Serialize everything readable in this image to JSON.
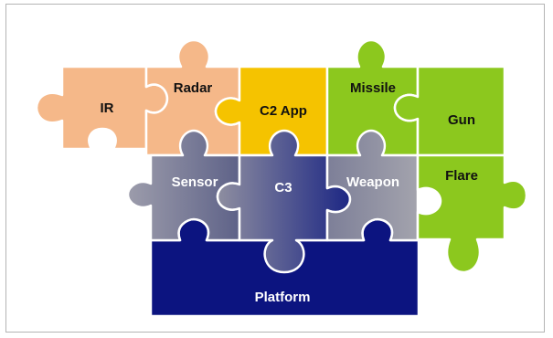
{
  "pieces": {
    "ir": "IR",
    "radar": "Radar",
    "c2_app": "C2 App",
    "missile": "Missile",
    "gun": "Gun",
    "sensor": "Sensor",
    "c3": "C3",
    "weapon": "Weapon",
    "flare": "Flare",
    "platform": "Platform"
  },
  "colors": {
    "sensor_group": "#f5b889",
    "c2": "#f5c300",
    "weapon_group": "#8cc81e",
    "middle_row": "#9a9aa6",
    "platform": "#0c1480"
  }
}
